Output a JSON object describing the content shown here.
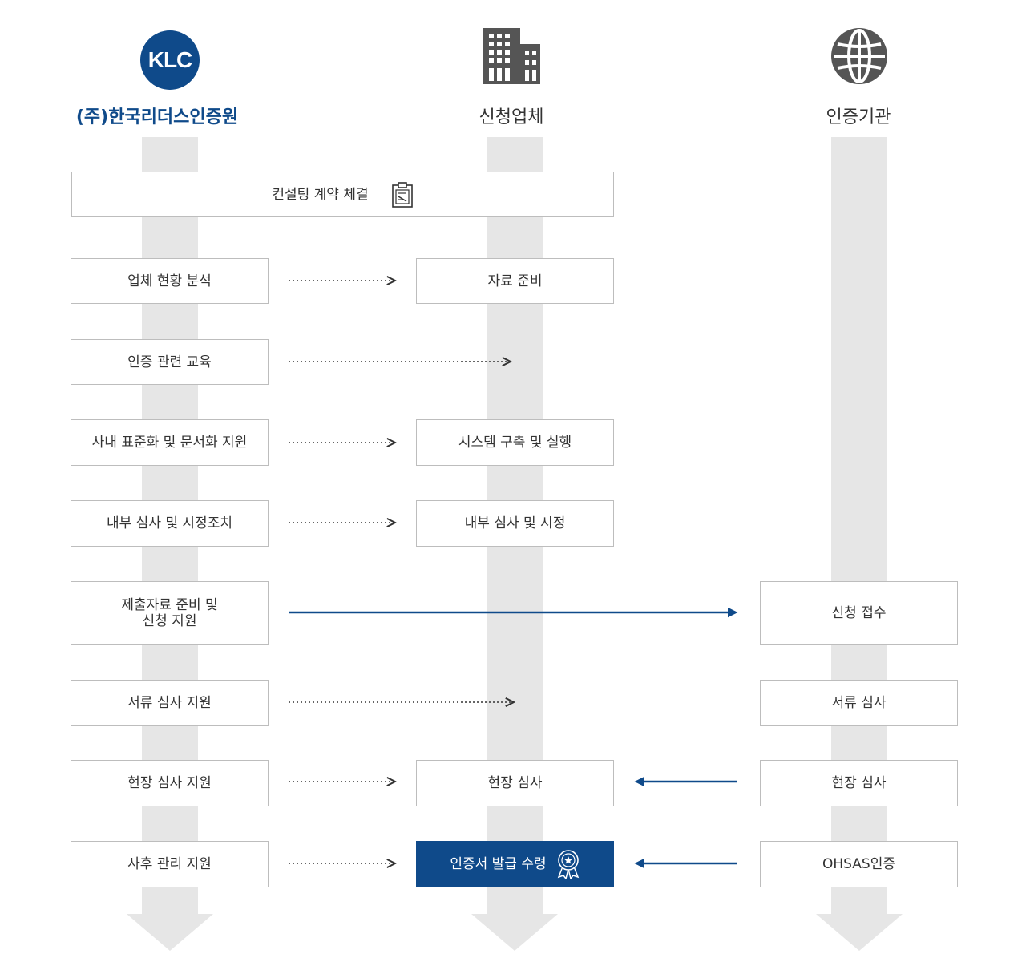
{
  "logo": {
    "text": "KLC"
  },
  "columns": {
    "klc": {
      "title": "(주)한국리더스인증원"
    },
    "applicant": {
      "title": "신청업체"
    },
    "certifier": {
      "title": "인증기관"
    }
  },
  "steps": {
    "contract": "컨설팅 계약 체결",
    "analysis": "업체 현황 분석",
    "prep_materials": "자료 준비",
    "education": "인증 관련 교육",
    "standardization": "사내 표준화 및 문서화 지원",
    "system_build": "시스템 구축 및 실행",
    "internal_audit_fix": "내부 심사 및 시정조치",
    "internal_audit": "내부 심사 및 시정",
    "submission_support": "제출자료 준비 및\n신청 지원",
    "application_receipt": "신청 접수",
    "doc_review_support": "서류 심사 지원",
    "doc_review": "서류 심사",
    "site_audit_support": "현장 심사 지원",
    "site_audit_applicant": "현장 심사",
    "site_audit_certifier": "현장 심사",
    "aftercare": "사후 관리 지원",
    "certificate": "인증서 발급 수령",
    "ohsas": "OHSAS인증"
  },
  "colors": {
    "brand": "#0f4a8a",
    "lane": "#e6e6e6",
    "border": "#bdbdbd",
    "dotted": "#333333"
  },
  "icons": [
    "klc-logo",
    "building-icon",
    "globe-icon",
    "clipboard-icon",
    "award-ribbon-icon"
  ]
}
